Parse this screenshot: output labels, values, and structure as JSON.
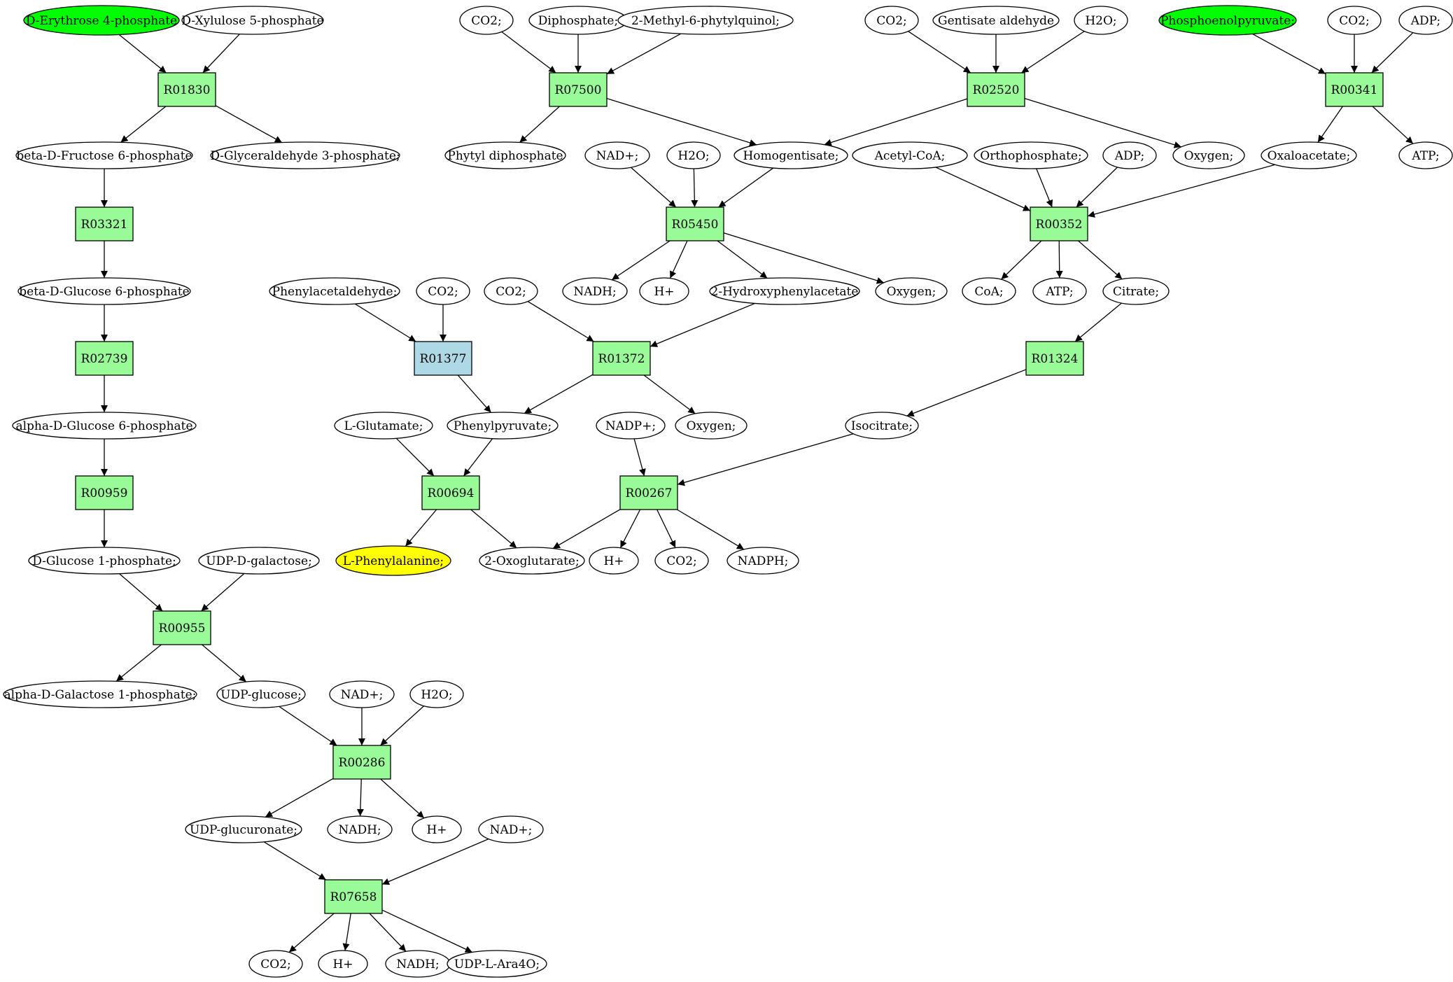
{
  "colors": {
    "reaction": "#98fb98",
    "reaction_alt": "#add8e6",
    "start": "#00ff00",
    "target": "#ffff00",
    "compound": "#ffffff"
  },
  "nodes": [
    {
      "id": "c1",
      "kind": "compound",
      "label": "D-Erythrose 4-phosphate",
      "color": "start"
    },
    {
      "id": "c2",
      "kind": "compound",
      "label": "D-Xylulose 5-phosphate"
    },
    {
      "id": "r1",
      "kind": "reaction",
      "label": "R01830"
    },
    {
      "id": "c3",
      "kind": "compound",
      "label": "beta-D-Fructose 6-phosphate"
    },
    {
      "id": "c4",
      "kind": "compound",
      "label": "D-Glyceraldehyde 3-phosphate;"
    },
    {
      "id": "r2",
      "kind": "reaction",
      "label": "R03321"
    },
    {
      "id": "c5",
      "kind": "compound",
      "label": "beta-D-Glucose 6-phosphate"
    },
    {
      "id": "r3",
      "kind": "reaction",
      "label": "R02739"
    },
    {
      "id": "c6",
      "kind": "compound",
      "label": "alpha-D-Glucose 6-phosphate"
    },
    {
      "id": "r4",
      "kind": "reaction",
      "label": "R00959"
    },
    {
      "id": "c7",
      "kind": "compound",
      "label": "D-Glucose 1-phosphate;"
    },
    {
      "id": "c8",
      "kind": "compound",
      "label": "UDP-D-galactose;"
    },
    {
      "id": "r5",
      "kind": "reaction",
      "label": "R00955"
    },
    {
      "id": "c9",
      "kind": "compound",
      "label": "alpha-D-Galactose 1-phosphate;"
    },
    {
      "id": "c10",
      "kind": "compound",
      "label": "UDP-glucose;"
    },
    {
      "id": "c11",
      "kind": "compound",
      "label": "NAD+;"
    },
    {
      "id": "c12",
      "kind": "compound",
      "label": "H2O;"
    },
    {
      "id": "r6",
      "kind": "reaction",
      "label": "R00286"
    },
    {
      "id": "c13",
      "kind": "compound",
      "label": "UDP-glucuronate;"
    },
    {
      "id": "c14",
      "kind": "compound",
      "label": "NADH;"
    },
    {
      "id": "c15",
      "kind": "compound",
      "label": "H+"
    },
    {
      "id": "c16",
      "kind": "compound",
      "label": "NAD+;"
    },
    {
      "id": "r7",
      "kind": "reaction",
      "label": "R07658"
    },
    {
      "id": "c17",
      "kind": "compound",
      "label": "CO2;"
    },
    {
      "id": "c18",
      "kind": "compound",
      "label": "H+"
    },
    {
      "id": "c19",
      "kind": "compound",
      "label": "NADH;"
    },
    {
      "id": "c20",
      "kind": "compound",
      "label": "UDP-L-Ara4O;"
    },
    {
      "id": "c21",
      "kind": "compound",
      "label": "CO2;"
    },
    {
      "id": "c22",
      "kind": "compound",
      "label": "Diphosphate;"
    },
    {
      "id": "c23",
      "kind": "compound",
      "label": "2-Methyl-6-phytylquinol;"
    },
    {
      "id": "r8",
      "kind": "reaction",
      "label": "R07500"
    },
    {
      "id": "c24",
      "kind": "compound",
      "label": "Phytyl diphosphate"
    },
    {
      "id": "c25",
      "kind": "compound",
      "label": "Homogentisate;"
    },
    {
      "id": "c26",
      "kind": "compound",
      "label": "CO2;"
    },
    {
      "id": "c27",
      "kind": "compound",
      "label": "Gentisate aldehyde"
    },
    {
      "id": "c28",
      "kind": "compound",
      "label": "H2O;"
    },
    {
      "id": "r9",
      "kind": "reaction",
      "label": "R02520"
    },
    {
      "id": "c29",
      "kind": "compound",
      "label": "Oxygen;"
    },
    {
      "id": "c30",
      "kind": "compound",
      "label": "Phosphoenolpyruvate;",
      "color": "start"
    },
    {
      "id": "c31",
      "kind": "compound",
      "label": "CO2;"
    },
    {
      "id": "c32",
      "kind": "compound",
      "label": "ADP;"
    },
    {
      "id": "r10",
      "kind": "reaction",
      "label": "R00341"
    },
    {
      "id": "c33",
      "kind": "compound",
      "label": "Oxaloacetate;"
    },
    {
      "id": "c34",
      "kind": "compound",
      "label": "ATP;"
    },
    {
      "id": "c35",
      "kind": "compound",
      "label": "NAD+;"
    },
    {
      "id": "c36",
      "kind": "compound",
      "label": "H2O;"
    },
    {
      "id": "r11",
      "kind": "reaction",
      "label": "R05450"
    },
    {
      "id": "c37",
      "kind": "compound",
      "label": "NADH;"
    },
    {
      "id": "c38",
      "kind": "compound",
      "label": "H+"
    },
    {
      "id": "c39",
      "kind": "compound",
      "label": "2-Hydroxyphenylacetate"
    },
    {
      "id": "c40",
      "kind": "compound",
      "label": "Oxygen;"
    },
    {
      "id": "c41",
      "kind": "compound",
      "label": "Acetyl-CoA;"
    },
    {
      "id": "c42",
      "kind": "compound",
      "label": "Orthophosphate;"
    },
    {
      "id": "c43",
      "kind": "compound",
      "label": "ADP;"
    },
    {
      "id": "r12",
      "kind": "reaction",
      "label": "R00352"
    },
    {
      "id": "c44",
      "kind": "compound",
      "label": "CoA;"
    },
    {
      "id": "c45",
      "kind": "compound",
      "label": "ATP;"
    },
    {
      "id": "c46",
      "kind": "compound",
      "label": "Citrate;"
    },
    {
      "id": "c47",
      "kind": "compound",
      "label": "Phenylacetaldehyde;"
    },
    {
      "id": "c48",
      "kind": "compound",
      "label": "CO2;"
    },
    {
      "id": "r13",
      "kind": "reaction",
      "label": "R01377",
      "color": "reaction_alt"
    },
    {
      "id": "c49",
      "kind": "compound",
      "label": "CO2;"
    },
    {
      "id": "r14",
      "kind": "reaction",
      "label": "R01372"
    },
    {
      "id": "c50",
      "kind": "compound",
      "label": "Phenylpyruvate;"
    },
    {
      "id": "c51",
      "kind": "compound",
      "label": "Oxygen;"
    },
    {
      "id": "r15",
      "kind": "reaction",
      "label": "R01324"
    },
    {
      "id": "c52",
      "kind": "compound",
      "label": "Isocitrate;"
    },
    {
      "id": "c53",
      "kind": "compound",
      "label": "L-Glutamate;"
    },
    {
      "id": "r16",
      "kind": "reaction",
      "label": "R00694"
    },
    {
      "id": "c54",
      "kind": "compound",
      "label": "L-Phenylalanine;",
      "color": "target"
    },
    {
      "id": "c55",
      "kind": "compound",
      "label": "2-Oxoglutarate;"
    },
    {
      "id": "c56",
      "kind": "compound",
      "label": "NADP+;"
    },
    {
      "id": "r17",
      "kind": "reaction",
      "label": "R00267"
    },
    {
      "id": "c57",
      "kind": "compound",
      "label": "H+"
    },
    {
      "id": "c58",
      "kind": "compound",
      "label": "CO2;"
    },
    {
      "id": "c59",
      "kind": "compound",
      "label": "NADPH;"
    }
  ],
  "edges": [
    [
      "c1",
      "r1"
    ],
    [
      "c2",
      "r1"
    ],
    [
      "r1",
      "c3"
    ],
    [
      "r1",
      "c4"
    ],
    [
      "c3",
      "r2"
    ],
    [
      "r2",
      "c5"
    ],
    [
      "c5",
      "r3"
    ],
    [
      "r3",
      "c6"
    ],
    [
      "c6",
      "r4"
    ],
    [
      "r4",
      "c7"
    ],
    [
      "c7",
      "r5"
    ],
    [
      "c8",
      "r5"
    ],
    [
      "r5",
      "c9"
    ],
    [
      "r5",
      "c10"
    ],
    [
      "c10",
      "r6"
    ],
    [
      "c11",
      "r6"
    ],
    [
      "c12",
      "r6"
    ],
    [
      "r6",
      "c13"
    ],
    [
      "r6",
      "c14"
    ],
    [
      "r6",
      "c15"
    ],
    [
      "c13",
      "r7"
    ],
    [
      "c16",
      "r7"
    ],
    [
      "r7",
      "c17"
    ],
    [
      "r7",
      "c18"
    ],
    [
      "r7",
      "c19"
    ],
    [
      "r7",
      "c20"
    ],
    [
      "c21",
      "r8"
    ],
    [
      "c22",
      "r8"
    ],
    [
      "c23",
      "r8"
    ],
    [
      "r8",
      "c24"
    ],
    [
      "r8",
      "c25"
    ],
    [
      "c26",
      "r9"
    ],
    [
      "c27",
      "r9"
    ],
    [
      "c28",
      "r9"
    ],
    [
      "r9",
      "c25"
    ],
    [
      "r9",
      "c29"
    ],
    [
      "c30",
      "r10"
    ],
    [
      "c31",
      "r10"
    ],
    [
      "c32",
      "r10"
    ],
    [
      "r10",
      "c33"
    ],
    [
      "r10",
      "c34"
    ],
    [
      "c35",
      "r11"
    ],
    [
      "c36",
      "r11"
    ],
    [
      "c25",
      "r11"
    ],
    [
      "r11",
      "c37"
    ],
    [
      "r11",
      "c38"
    ],
    [
      "r11",
      "c39"
    ],
    [
      "r11",
      "c40"
    ],
    [
      "c41",
      "r12"
    ],
    [
      "c42",
      "r12"
    ],
    [
      "c43",
      "r12"
    ],
    [
      "c33",
      "r12"
    ],
    [
      "r12",
      "c44"
    ],
    [
      "r12",
      "c45"
    ],
    [
      "r12",
      "c46"
    ],
    [
      "c47",
      "r13"
    ],
    [
      "c48",
      "r13"
    ],
    [
      "r13",
      "c50"
    ],
    [
      "c49",
      "r14"
    ],
    [
      "c39",
      "r14"
    ],
    [
      "r14",
      "c50"
    ],
    [
      "r14",
      "c51"
    ],
    [
      "c46",
      "r15"
    ],
    [
      "r15",
      "c52"
    ],
    [
      "c53",
      "r16"
    ],
    [
      "c50",
      "r16"
    ],
    [
      "r16",
      "c54"
    ],
    [
      "r16",
      "c55"
    ],
    [
      "c56",
      "r17"
    ],
    [
      "c52",
      "r17"
    ],
    [
      "r17",
      "c55"
    ],
    [
      "r17",
      "c57"
    ],
    [
      "r17",
      "c58"
    ],
    [
      "r17",
      "c59"
    ]
  ]
}
